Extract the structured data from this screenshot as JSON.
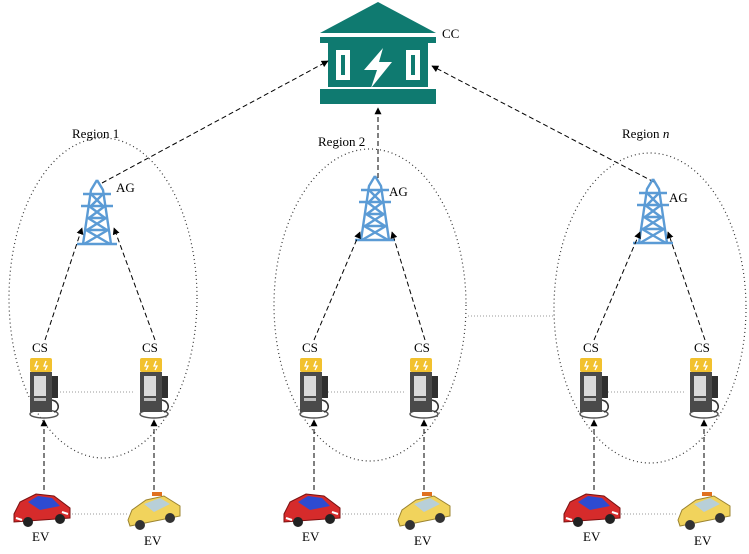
{
  "center": {
    "label": "CC"
  },
  "regions": [
    {
      "name": "Region 1",
      "aggregator": "AG",
      "stations": [
        "CS",
        "CS"
      ],
      "vehicles": [
        "EV",
        "EV"
      ]
    },
    {
      "name": "Region 2",
      "aggregator": "AG",
      "stations": [
        "CS",
        "CS"
      ],
      "vehicles": [
        "EV",
        "EV"
      ]
    },
    {
      "name_prefix": "Region ",
      "name_italic": "n",
      "aggregator": "AG",
      "stations": [
        "CS",
        "CS"
      ],
      "vehicles": [
        "EV",
        "EV"
      ]
    }
  ],
  "colors": {
    "cc": "#0f7a70",
    "tower": "#5b9bd5",
    "station_top": "#f2c12e",
    "station_body": "#4a4a4a",
    "car_red": "#d62b2b",
    "car_yellow": "#f1d35c"
  }
}
